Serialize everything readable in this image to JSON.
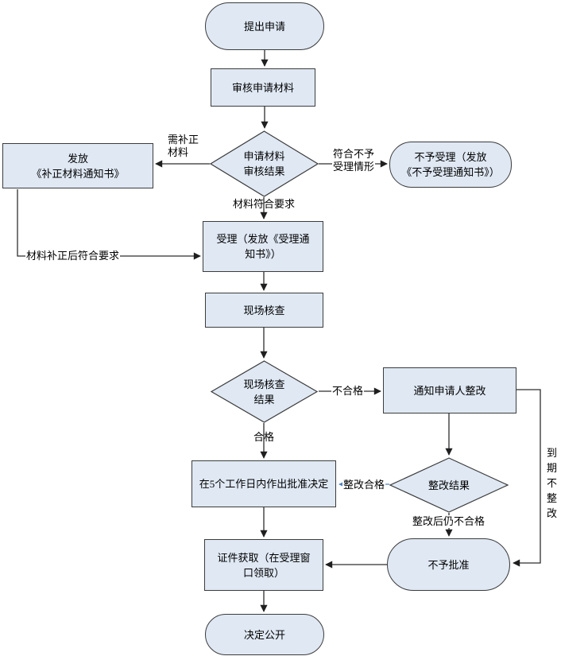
{
  "diagram": {
    "title_hint": "administrative approval flowchart",
    "colors": {
      "node_fill": "#dfe8f3",
      "node_border": "#3c3c3c",
      "connector": "#2e2e2e",
      "highlight_connector": "#4f81bd"
    },
    "nodes": {
      "start": {
        "label": "提出申请"
      },
      "review": {
        "label": "审核申请材料"
      },
      "review_result": {
        "label": "申请材料\n审核结果"
      },
      "issue_supplement_notice": {
        "label": "发放\n《补正材料通知书》"
      },
      "reject_acceptance": {
        "label": "不予受理（发放\n《不予受理通知书》）"
      },
      "accept": {
        "label": "受理（发放《受理通\n知书》）"
      },
      "onsite_check": {
        "label": "现场核查"
      },
      "onsite_result": {
        "label": "现场核查\n结果"
      },
      "notify_rectify": {
        "label": "通知申请人整改"
      },
      "rectify_result": {
        "label": "整改结果"
      },
      "approval_decision": {
        "label": "在5个工作日内作出批准决定"
      },
      "not_approve": {
        "label": "不予批准"
      },
      "get_certificate": {
        "label": "证件获取（在受理窗\n口领取）"
      },
      "publish": {
        "label": "决定公开"
      }
    },
    "edge_labels": {
      "need_supplement": "需补正\n材料",
      "match_reject_case": "符合不予\n受理情形",
      "material_ok": "材料符合要求",
      "supplement_ok": "材料补正后符合要求",
      "fail": "不合格",
      "pass": "合格",
      "rectify_pass": "整改合格",
      "rectify_fail": "整改后仍不合格",
      "overdue_no_rectify": "到期不整改"
    }
  }
}
